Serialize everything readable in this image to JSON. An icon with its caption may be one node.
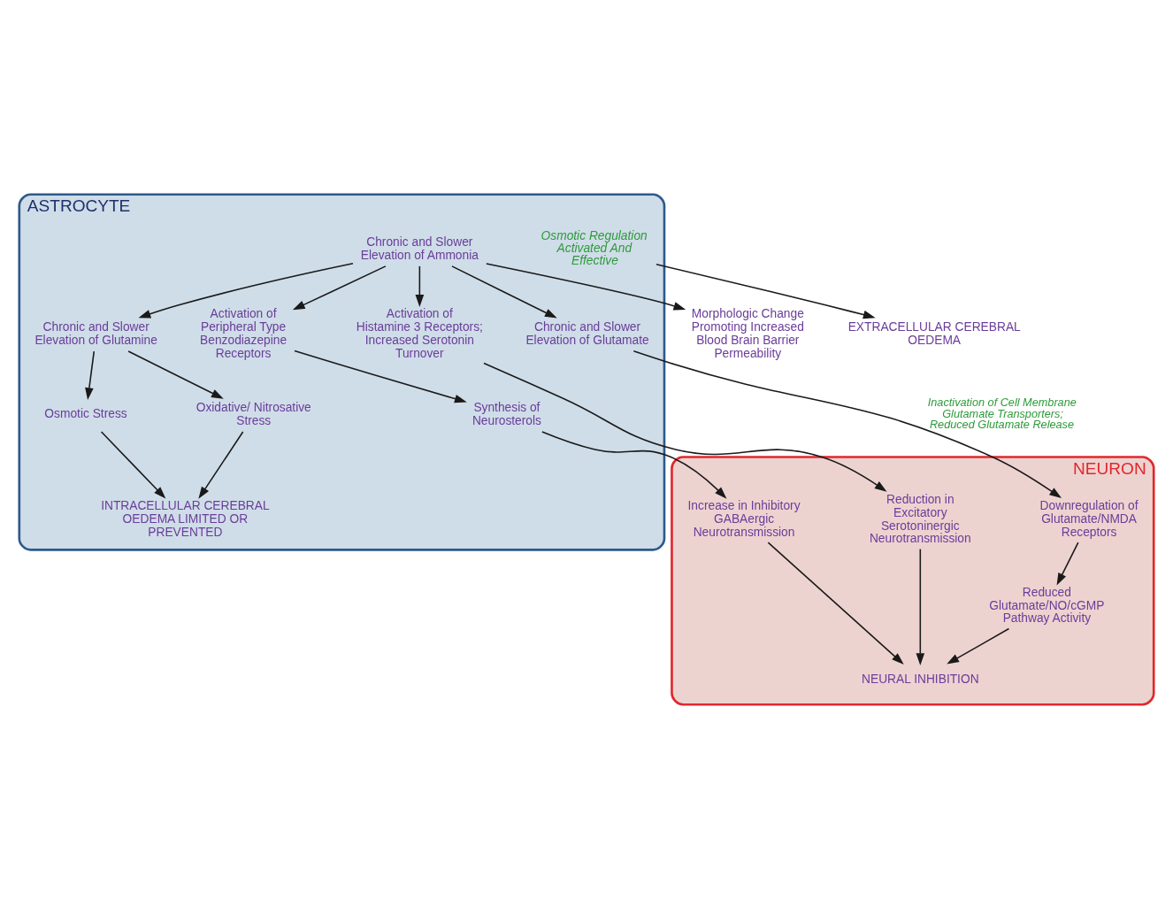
{
  "diagram": {
    "nodes": [
      {
        "text": [
          "ASTROCYTE"
        ]
      },
      {
        "text": [
          "Chronic and Slower Elevation of Ammonia"
        ],
        "in": 0
      },
      {
        "text": [
          "Morphologic Change Promoting Increased Blood Brain Barrier Permeability"
        ]
      },
      {
        "text": [
          "Chronic and Slower Elevation of Glutamate"
        ],
        "in": 0
      },
      {
        "text": [
          "Chronic and Slower Elevation of Glutamine"
        ],
        "in": 0
      },
      {
        "text": [
          "Activation of Histamine 3 Receptors; Increased Serotonin Turnover"
        ],
        "in": 0
      },
      {
        "text": [
          "Activation of Peripheral Type Benzodiazepine Receptors"
        ],
        "in": 0
      },
      {
        "text": [
          "Osmotic Stress"
        ],
        "in": 0
      },
      {
        "text": [
          "Oxidative/ Nitrosative Stress"
        ],
        "in": 0
      },
      {
        "text": [
          "Osmotic Regulation Activated And Effective"
        ],
        "in": 0
      },
      {
        "text": [
          "INTRACELLULAR CEREBRAL OEDEMA LIMITED OR PREVENTED"
        ],
        "in": 0
      },
      {
        "text": [
          "Synthesis of Neurosterols"
        ],
        "in": 0
      },
      {
        "text": [
          "EXTRACELLULAR CEREBRAL OEDEMA"
        ]
      },
      {
        "text": [
          "NEURON"
        ]
      },
      {
        "text": [
          "Downregulation of Glutamate/NMDA Receptors"
        ],
        "in": 13
      },
      {
        "text": [
          "Reduction in Excitatory Serotoninergic Neurotransmission"
        ],
        "in": 13
      },
      {
        "text": [
          "Increase in Inhibitory GABAergic Neurotransmission"
        ],
        "in": 13
      },
      {
        "text": [
          "Reduced Glutamate/NO/cGMP Pathway Activity"
        ],
        "in": 13
      },
      {
        "text": [
          "NEURAL INHIBITION"
        ],
        "in": 13
      }
    ],
    "edges": [
      {
        "from": 1,
        "to": 2,
        "arrow": "to"
      },
      {
        "from": 1,
        "to": 3,
        "arrow": "to"
      },
      {
        "from": 1,
        "to": 4,
        "arrow": "to"
      },
      {
        "from": 1,
        "to": 5,
        "arrow": "to"
      },
      {
        "from": 1,
        "to": 6,
        "arrow": "to"
      },
      {
        "from": 4,
        "to": 7,
        "arrow": "to"
      },
      {
        "from": 4,
        "to": 8,
        "arrow": "to"
      },
      {
        "from": 7,
        "to": 10,
        "arrow": "to"
      },
      {
        "from": 8,
        "to": 10,
        "arrow": "to"
      },
      {
        "from": 6,
        "to": 11,
        "arrow": "to"
      },
      {
        "from": 3,
        "to": 14,
        "label": "Inactivation of Cell Membrane Glutamate Transporters; Reduced Glutamate Release",
        "arrow": "to"
      },
      {
        "from": 9,
        "to": 12,
        "arrow": "to"
      },
      {
        "from": 5,
        "to": 15,
        "arrow": "to"
      },
      {
        "from": 11,
        "to": 16,
        "arrow": "to"
      },
      {
        "from": 14,
        "to": 17,
        "arrow": "to"
      },
      {
        "from": 17,
        "to": 18,
        "arrow": "to"
      },
      {
        "from": 15,
        "to": 18,
        "arrow": "to"
      },
      {
        "from": 16,
        "to": 18,
        "arrow": "to"
      }
    ]
  }
}
